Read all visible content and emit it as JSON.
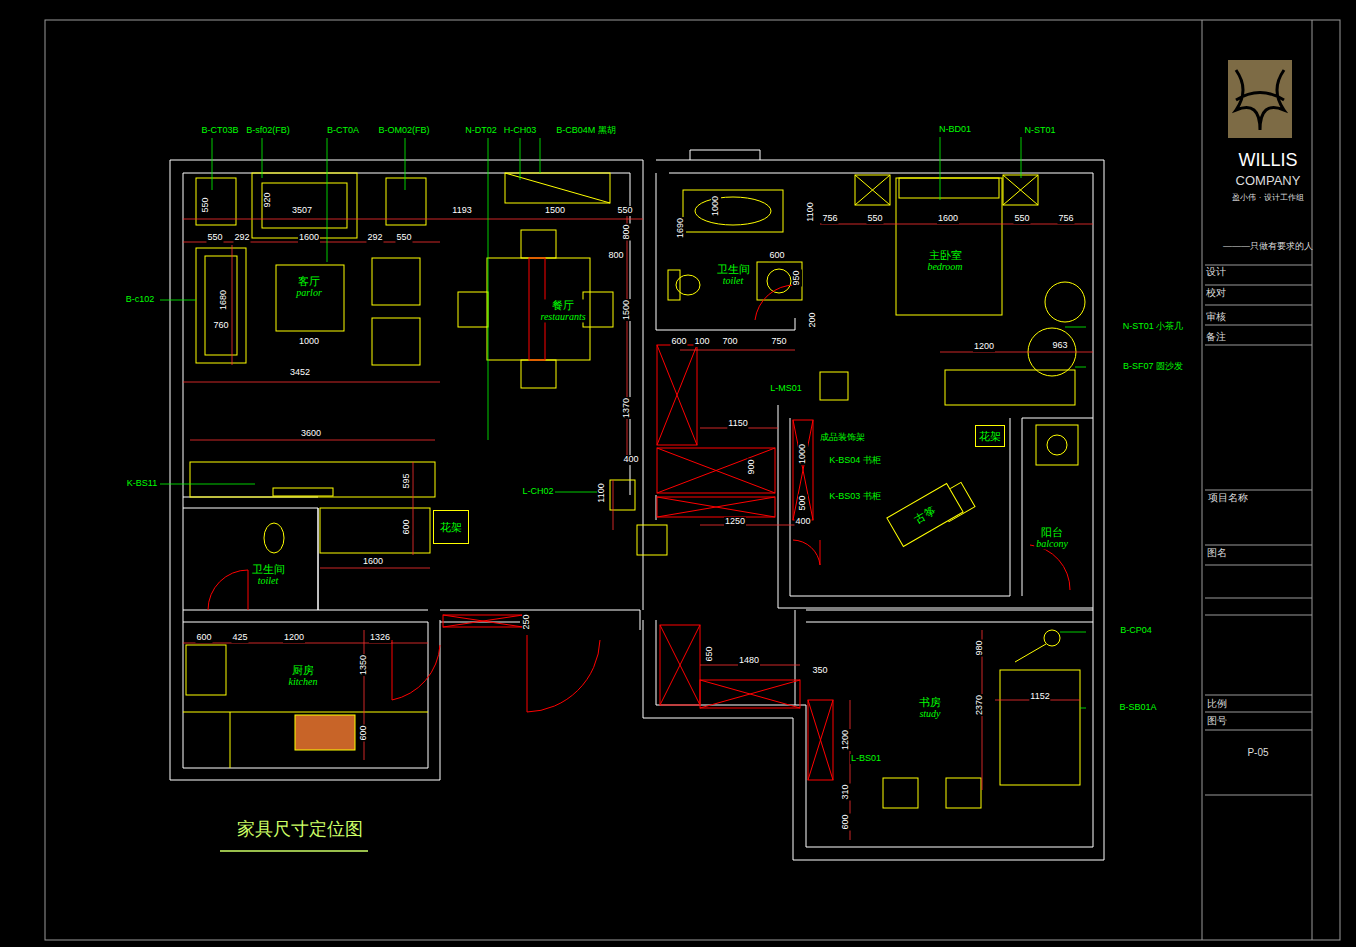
{
  "diagram": {
    "title": "家具尺寸定位图",
    "nodes": [
      {
        "text": [
          "客厅",
          "parlor"
        ]
      },
      {
        "text": [
          "餐厅",
          "restaurants"
        ]
      },
      {
        "text": [
          "卫生间",
          "toilet"
        ]
      },
      {
        "text": [
          "主卧室",
          "bedroom"
        ]
      },
      {
        "text": [
          "卫生间",
          "toilet"
        ]
      },
      {
        "text": [
          "厨房",
          "kitchen"
        ]
      },
      {
        "text": [
          "书房",
          "study"
        ]
      },
      {
        "text": [
          "阳台",
          "balcony"
        ]
      },
      {
        "text": [
          "古筝"
        ]
      },
      {
        "text": [
          "花架"
        ]
      },
      {
        "text": [
          "花架"
        ]
      }
    ],
    "labels": [
      "B-CT03B",
      "B-sf02(FB)",
      "B-CT0A",
      "B-OM02(FB)",
      "N-DT02",
      "H-CH03",
      "B-CB04M 黑胡",
      "N-BD01",
      "N-ST01",
      "N-ST01 小茶几",
      "B-SF07 圆沙发",
      "B-CP04",
      "B-SB01A",
      "B-c102",
      "K-BS11",
      "L-CH02",
      "L-MS01",
      "成品装饰架",
      "K-BS04 书柜",
      "K-BS03 书柜",
      "L-BS01",
      "550",
      "920",
      "3507",
      "1193",
      "1500",
      "550",
      "550",
      "292",
      "1600",
      "292",
      "550",
      "800",
      "800",
      "1500",
      "1680",
      "760",
      "1000",
      "3452",
      "1370",
      "3600",
      "595",
      "600",
      "1600",
      "400",
      "1100",
      "1250",
      "400",
      "500",
      "900",
      "1000",
      "1150",
      "600",
      "100",
      "700",
      "750",
      "1000",
      "1690",
      "600",
      "950",
      "200",
      "1100",
      "756",
      "550",
      "1600",
      "550",
      "756",
      "1200",
      "963",
      "600",
      "425",
      "1200",
      "1326",
      "1350",
      "600",
      "250",
      "650",
      "1480",
      "350",
      "980",
      "1152",
      "2370",
      "1200",
      "310",
      "600",
      "WILLIS",
      "COMPANY",
      "盈小伟 · 设计工作组",
      "———只做有要求的人",
      "设计",
      "校对",
      "审核",
      "备注",
      "项目名称",
      "图名",
      "比例",
      "图号",
      "P-05"
    ]
  }
}
